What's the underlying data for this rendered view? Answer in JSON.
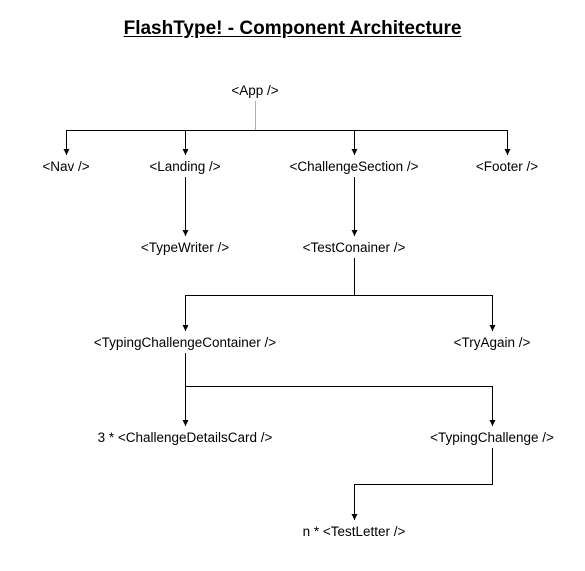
{
  "title": "FlashType! - Component Architecture",
  "colors": {
    "line": "#000000",
    "app_stem": "#b0b0b0",
    "text": "#000000",
    "background": "#ffffff"
  },
  "nodes": [
    {
      "id": "app",
      "label": "<App />"
    },
    {
      "id": "nav",
      "label": "<Nav />"
    },
    {
      "id": "landing",
      "label": "<Landing />"
    },
    {
      "id": "challenge-section",
      "label": "<ChallengeSection />"
    },
    {
      "id": "footer",
      "label": "<Footer />"
    },
    {
      "id": "typewriter",
      "label": "<TypeWriter />"
    },
    {
      "id": "test-container",
      "label": "<TestConainer />"
    },
    {
      "id": "typing-challenge-container",
      "label": "<TypingChallengeContainer />"
    },
    {
      "id": "try-again",
      "label": "<TryAgain />"
    },
    {
      "id": "challenge-details-card",
      "label": "3 * <ChallengeDetailsCard />"
    },
    {
      "id": "typing-challenge",
      "label": "<TypingChallenge />"
    },
    {
      "id": "test-letter",
      "label": "n * <TestLetter />"
    }
  ],
  "edges": [
    {
      "from": "app",
      "to": "nav"
    },
    {
      "from": "app",
      "to": "landing"
    },
    {
      "from": "app",
      "to": "challenge-section"
    },
    {
      "from": "app",
      "to": "footer"
    },
    {
      "from": "landing",
      "to": "typewriter"
    },
    {
      "from": "challenge-section",
      "to": "test-container"
    },
    {
      "from": "test-container",
      "to": "typing-challenge-container"
    },
    {
      "from": "test-container",
      "to": "try-again"
    },
    {
      "from": "typing-challenge-container",
      "to": "challenge-details-card"
    },
    {
      "from": "typing-challenge-container",
      "to": "typing-challenge"
    },
    {
      "from": "typing-challenge",
      "to": "test-letter"
    }
  ]
}
